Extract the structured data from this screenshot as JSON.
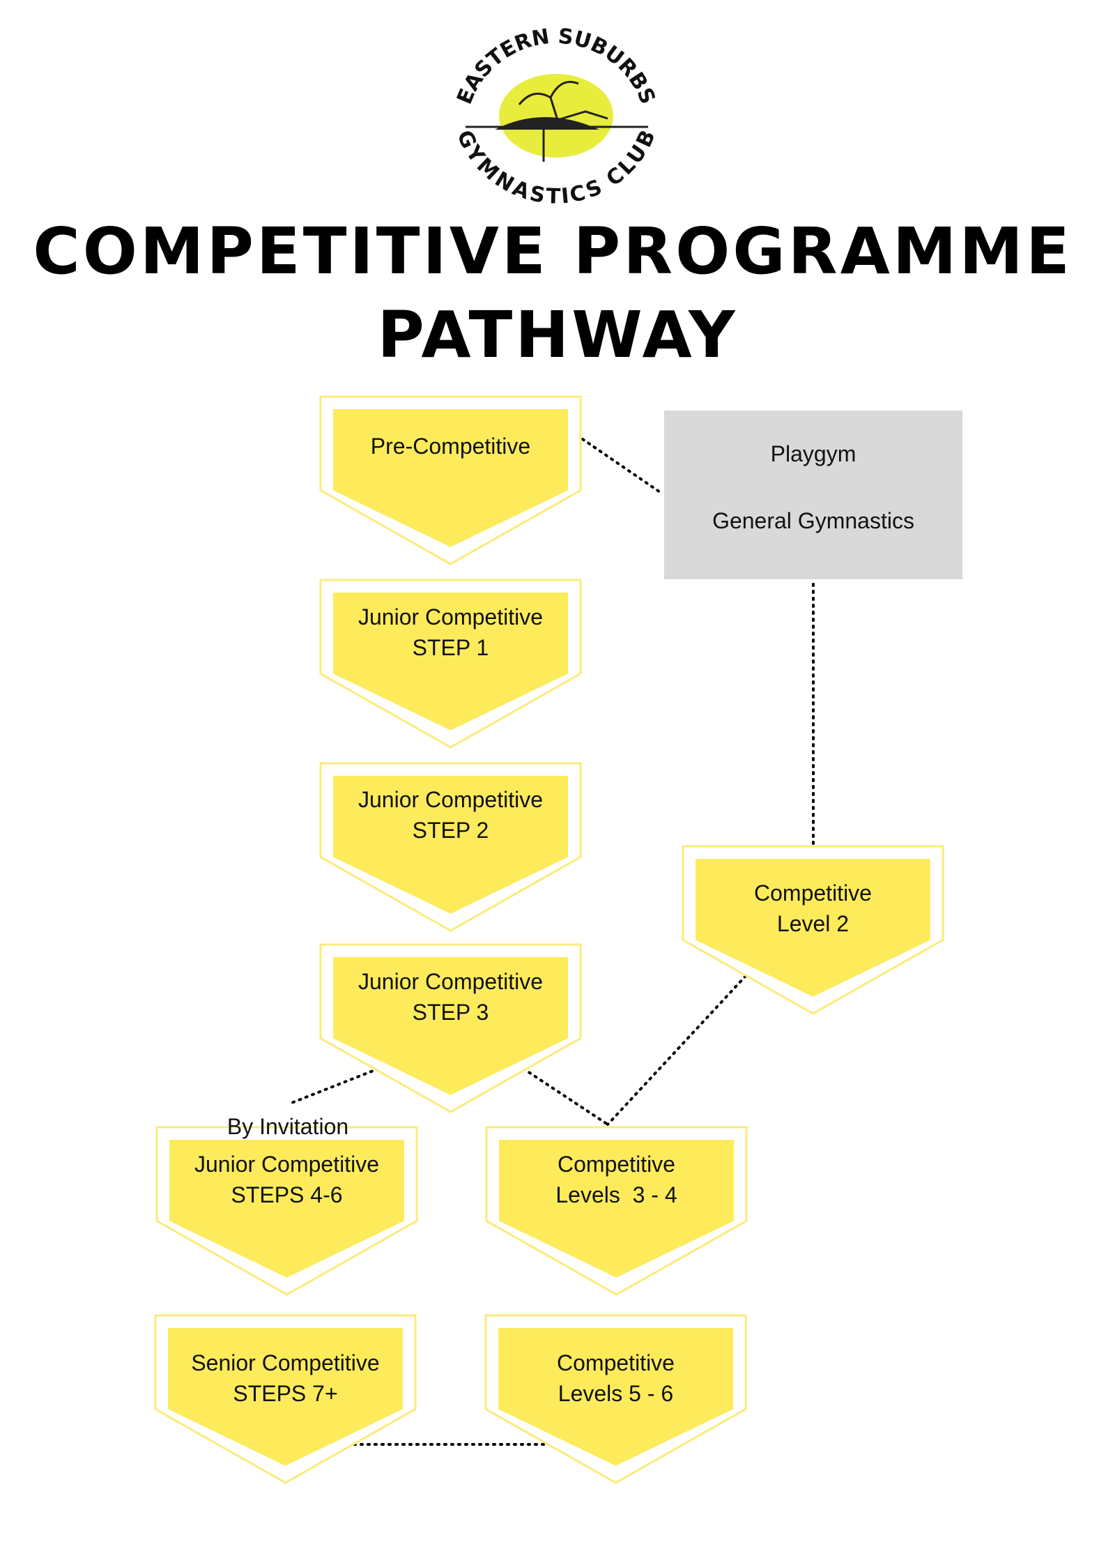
{
  "logo": {
    "top_text": "EASTERN SUBURBS",
    "bottom_text": "GYMNASTICS CLUB",
    "icon": "gymnast-on-beam-icon"
  },
  "title": {
    "line1": "COMPETITIVE PROGRAMME",
    "line2": "PATHWAY"
  },
  "nodes": {
    "pre_competitive": {
      "lines": [
        "Pre-Competitive"
      ]
    },
    "playgym_box": {
      "line1": "Playgym",
      "line2": "General Gymnastics"
    },
    "junior_step1": {
      "lines": [
        "Junior Competitive",
        "STEP 1"
      ]
    },
    "junior_step2": {
      "lines": [
        "Junior Competitive",
        "STEP 2"
      ]
    },
    "competitive_level2": {
      "lines": [
        "Competitive",
        "Level 2"
      ]
    },
    "junior_step3": {
      "lines": [
        "Junior Competitive",
        "STEP 3"
      ]
    },
    "junior_steps_4_6": {
      "lines": [
        "Junior Competitive",
        "STEPS 4-6"
      ]
    },
    "competitive_levels_3_4": {
      "lines": [
        "Competitive",
        "Levels  3 - 4"
      ]
    },
    "senior_steps_7": {
      "lines": [
        "Senior Competitive",
        "STEPS 7+"
      ]
    },
    "competitive_levels_5_6": {
      "lines": [
        "Competitive",
        "Levels 5 - 6"
      ]
    }
  },
  "annotation": {
    "by_invitation": "By Invitation"
  },
  "colors": {
    "chevron_fill": "#FDEB5C",
    "chevron_border": "#FCEB7A",
    "box_fill": "#D9D9D9",
    "logo_yellow": "#E8EC3C",
    "connector": "#000000"
  }
}
